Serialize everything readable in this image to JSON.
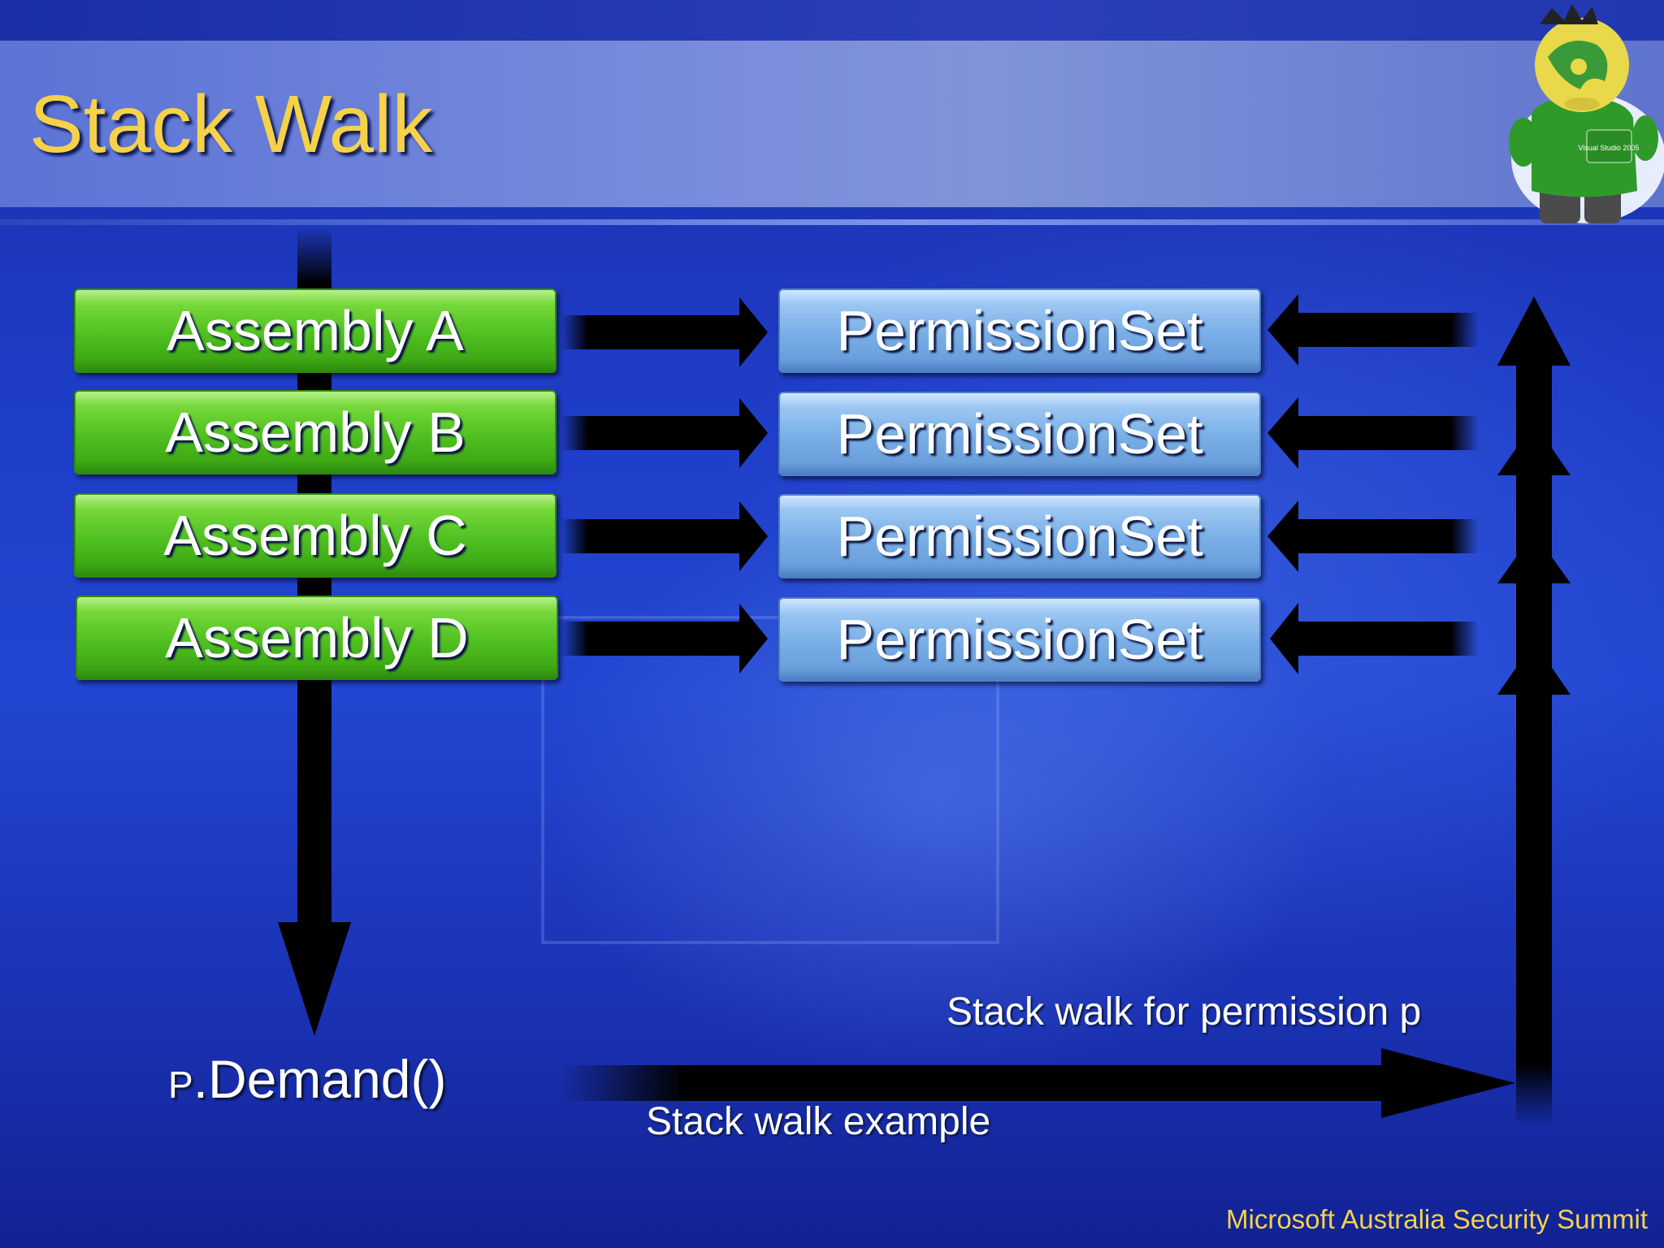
{
  "slide": {
    "title": "Stack Walk",
    "footer": "Microsoft Australia Security Summit"
  },
  "assemblies": [
    {
      "label": "Assembly A"
    },
    {
      "label": "Assembly B"
    },
    {
      "label": "Assembly C"
    },
    {
      "label": "Assembly D"
    }
  ],
  "permission_sets": [
    {
      "label": "PermissionSet"
    },
    {
      "label": "PermissionSet"
    },
    {
      "label": "PermissionSet"
    },
    {
      "label": "PermissionSet"
    }
  ],
  "demand": {
    "prefix": "P",
    "call": ".Demand()"
  },
  "labels": {
    "walk_for": "Stack walk for permission p",
    "example": "Stack walk example"
  },
  "mascot": {
    "badge_text": "Visual Studio 2005"
  },
  "colors": {
    "title": "#f5d24a",
    "assembly_box": "#4fc020",
    "permission_box": "#78aee6",
    "arrow": "#000000"
  }
}
